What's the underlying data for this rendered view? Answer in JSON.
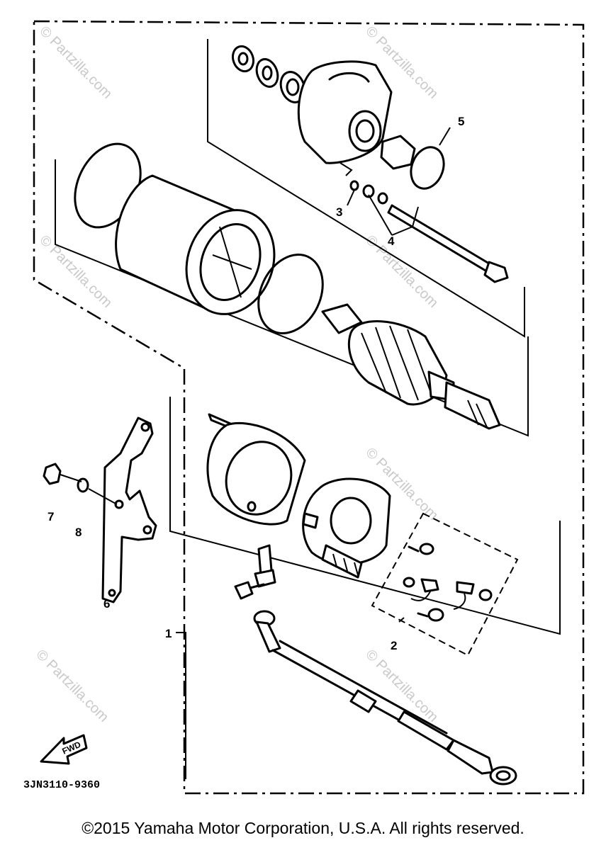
{
  "diagram": {
    "callouts": [
      "1",
      "2",
      "3",
      "4",
      "5",
      "6",
      "7",
      "8"
    ],
    "part_code": "3JN3110-9360",
    "fwd_label": "FWD",
    "watermark": "© Partzilla.com"
  },
  "footer": {
    "copyright": "©2015 Yamaha Motor Corporation, U.S.A. All rights reserved."
  }
}
